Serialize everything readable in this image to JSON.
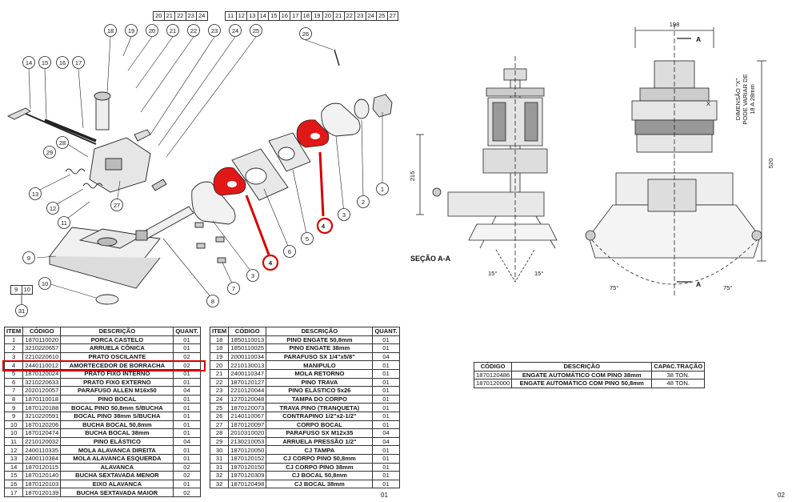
{
  "ref_row_a": [
    "20",
    "21",
    "22",
    "23",
    "24"
  ],
  "ref_row_b": [
    "11",
    "12",
    "13",
    "14",
    "15",
    "16",
    "17",
    "18",
    "19",
    "20",
    "21",
    "22",
    "23",
    "24",
    "25",
    "27"
  ],
  "ref_small": [
    "9",
    "10"
  ],
  "ref_small_below": "31",
  "callouts": [
    "1",
    "2",
    "3",
    "4",
    "5",
    "6",
    "7",
    "8",
    "9",
    "10",
    "11",
    "12",
    "13",
    "14",
    "15",
    "16",
    "17",
    "18",
    "19",
    "20",
    "21",
    "22",
    "23",
    "24",
    "25",
    "26",
    "27",
    "28",
    "29",
    "3",
    "4"
  ],
  "section_label": "SEÇÃO A-A",
  "dim_198": "198",
  "dim_215": "215",
  "dim_520": "520",
  "dim_note": [
    "DIMENSÃO \"X\"",
    "PODE VARIAR DE",
    "18 A 28mm"
  ],
  "angle_15": "15°",
  "angle_75": "75°",
  "marker_a": "A",
  "marker_x": "X",
  "table_headers": {
    "item": "ITEM",
    "codigo": "CÓDIGO",
    "descricao": "DESCRIÇÃO",
    "quant": "QUANT."
  },
  "table_left": [
    {
      "item": "1",
      "codigo": "1870110020",
      "descricao": "PORCA CASTELO",
      "quant": "01"
    },
    {
      "item": "2",
      "codigo": "3210220657",
      "descricao": "ARRUELA CÔNICA",
      "quant": "01"
    },
    {
      "item": "3",
      "codigo": "2210220610",
      "descricao": "PRATO OSCILANTE",
      "quant": "02"
    },
    {
      "item": "4",
      "codigo": "2440110012",
      "descricao": "AMORTECEDOR DE BORRACHA",
      "quant": "02"
    },
    {
      "item": "5",
      "codigo": "1870120024",
      "descricao": "PRATO FIXO INTERNO",
      "quant": "01"
    },
    {
      "item": "6",
      "codigo": "3210220633",
      "descricao": "PRATO FIXO EXTERNO",
      "quant": "01"
    },
    {
      "item": "7",
      "codigo": "2020120057",
      "descricao": "PARAFUSO ALLEN M16x50",
      "quant": "04"
    },
    {
      "item": "8",
      "codigo": "1870110018",
      "descricao": "PINO BOCAL",
      "quant": "01"
    },
    {
      "item": "9",
      "codigo": "1870120188",
      "descricao": "BOCAL PINO 50,8mm S/BUCHA",
      "quant": "01"
    },
    {
      "item": "9",
      "codigo": "3210220591",
      "descricao": "BOCAL PINO 38mm S/BUCHA",
      "quant": "01"
    },
    {
      "item": "10",
      "codigo": "1870120206",
      "descricao": "BUCHA BOCAL 50,8mm",
      "quant": "01"
    },
    {
      "item": "10",
      "codigo": "1870120474",
      "descricao": "BUCHA BOCAL 38mm",
      "quant": "01"
    },
    {
      "item": "11",
      "codigo": "2210120032",
      "descricao": "PINO ELÁSTICO",
      "quant": "04"
    },
    {
      "item": "12",
      "codigo": "2400110335",
      "descricao": "MOLA ALAVANCA DIREITA",
      "quant": "01"
    },
    {
      "item": "13",
      "codigo": "2400110384",
      "descricao": "MOLA ALAVANCA ESQUERDA",
      "quant": "01"
    },
    {
      "item": "14",
      "codigo": "1870120115",
      "descricao": "ALAVANCA",
      "quant": "02"
    },
    {
      "item": "15",
      "codigo": "1870120140",
      "descricao": "BUCHA SEXTAVADA MENOR",
      "quant": "02"
    },
    {
      "item": "16",
      "codigo": "1870120103",
      "descricao": "EIXO ALAVANCA",
      "quant": "01"
    },
    {
      "item": "17",
      "codigo": "1870120139",
      "descricao": "BUCHA SEXTAVADA MAIOR",
      "quant": "02"
    }
  ],
  "table_right": [
    {
      "item": "18",
      "codigo": "1850110013",
      "descricao": "PINO ENGATE 50,8mm",
      "quant": "01"
    },
    {
      "item": "18",
      "codigo": "1850110025",
      "descricao": "PINO ENGATE 38mm",
      "quant": "01"
    },
    {
      "item": "19",
      "codigo": "2000110034",
      "descricao": "PARAFUSO SX 1/4\"x5/8\"",
      "quant": "04"
    },
    {
      "item": "20",
      "codigo": "2210130013",
      "descricao": "MANIPULO",
      "quant": "01"
    },
    {
      "item": "21",
      "codigo": "2400110347",
      "descricao": "MOLA RETORNO",
      "quant": "01"
    },
    {
      "item": "22",
      "codigo": "1870120127",
      "descricao": "PINO TRAVA",
      "quant": "01"
    },
    {
      "item": "23",
      "codigo": "2210120044",
      "descricao": "PINO ELÁSTICO 5x26",
      "quant": "01"
    },
    {
      "item": "24",
      "codigo": "1270120048",
      "descricao": "TAMPA DO CORPO",
      "quant": "01"
    },
    {
      "item": "25",
      "codigo": "1870120073",
      "descricao": "TRAVA PINO (TRANQUETA)",
      "quant": "01"
    },
    {
      "item": "26",
      "codigo": "2140110067",
      "descricao": "CONTRAPINO 1/2\"x2-1/2\"",
      "quant": "01"
    },
    {
      "item": "27",
      "codigo": "1870120097",
      "descricao": "CORPO BOCAL",
      "quant": "01"
    },
    {
      "item": "28",
      "codigo": "2010310020",
      "descricao": "PARAFUSO SX M12x35",
      "quant": "04"
    },
    {
      "item": "29",
      "codigo": "2130210053",
      "descricao": "ARRUELA PRESSÃO 1/2\"",
      "quant": "04"
    },
    {
      "item": "30",
      "codigo": "1870120050",
      "descricao": "CJ TAMPA",
      "quant": "01"
    },
    {
      "item": "31",
      "codigo": "1870120152",
      "descricao": "CJ CORPO PINO 50,8mm",
      "quant": "01"
    },
    {
      "item": "31",
      "codigo": "1870120150",
      "descricao": "CJ CORPO PINO 38mm",
      "quant": "01"
    },
    {
      "item": "32",
      "codigo": "1870120309",
      "descricao": "CJ BOCAL 50,8mm",
      "quant": "01"
    },
    {
      "item": "32",
      "codigo": "1870120498",
      "descricao": "CJ BOCAL 38mm",
      "quant": "01"
    }
  ],
  "models_headers": {
    "codigo": "CÓDIGO",
    "descricao": "DESCRIÇÃO",
    "capac": "CAPAC.TRAÇÃO"
  },
  "models": [
    {
      "codigo": "1870120486",
      "descricao": "ENGATE AUTOMÁTICO COM PINO 38mm",
      "capac": "38 TON."
    },
    {
      "codigo": "1870120000",
      "descricao": "ENGATE AUTOMÁTICO COM PINO 50,8mm",
      "capac": "48 TON."
    }
  ],
  "page_left": "01",
  "page_right": "02",
  "colors": {
    "highlight": "#d40000",
    "part_red": "#e01818",
    "line": "#222222"
  }
}
